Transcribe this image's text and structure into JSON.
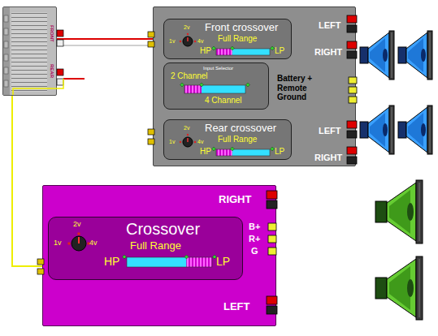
{
  "diagram": {
    "nodes": [
      {
        "text": [
          "FRONT",
          "REAR"
        ]
      },
      {
        "text": [
          "LEFT",
          "RIGHT",
          "Battery + Remote Ground",
          "LEFT",
          "RIGHT"
        ]
      },
      {
        "text": [
          "Front crossover",
          "2v",
          "1v",
          "4v",
          "Full Range",
          "HP",
          "LP"
        ],
        "in": 1
      },
      {
        "text": [
          "Input Selector",
          "2 Channel",
          "4 Channel"
        ],
        "in": 1
      },
      {
        "text": [
          "Rear crossover",
          "2v",
          "1v",
          "4v",
          "Full Range",
          "HP",
          "LP"
        ],
        "in": 1
      },
      {
        "text": [
          "RIGHT",
          "B+",
          "R+",
          "G",
          "LEFT"
        ]
      },
      {
        "text": [
          "Crossover",
          "2v",
          "1v",
          "4v",
          "Full Range",
          "HP",
          "LP"
        ],
        "in": 5
      }
    ],
    "edges": [
      {
        "from": 0,
        "to": 1,
        "arrow": "none"
      },
      {
        "from": 0,
        "to": 5,
        "arrow": "none"
      }
    ]
  }
}
